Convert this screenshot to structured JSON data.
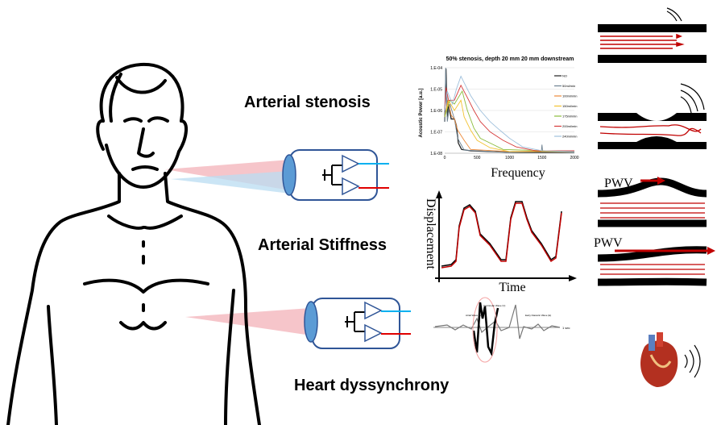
{
  "labels": {
    "stenosis": "Arterial stenosis",
    "stiffness": "Arterial Stiffness",
    "dyssynchrony": "Heart dyssynchrony"
  },
  "colors": {
    "signal_blue": "#00b0f0",
    "signal_red": "#e00000",
    "sensor_border": "#2f5597",
    "lens": "#5b9bd5",
    "beam_pink": "#f4b6bd",
    "beam_blue": "#b9dcf2",
    "flow_arrow": "#c00000"
  },
  "chart_data": {
    "type": "line",
    "title": "50% stenosis, depth 20 mm 20 mm downstream",
    "xlabel": "Frequency",
    "ylabel": "Acoustic Power [a.u.]",
    "xlim": [
      0,
      2000
    ],
    "ylim": [
      1e-08,
      0.0001
    ],
    "yscale": "log",
    "xticks": [
      "0",
      "500",
      "1000",
      "1500",
      "2000"
    ],
    "yticks": [
      "1.E-08",
      "1.E-07",
      "1.E-06",
      "1.E-05",
      "1.E-04"
    ],
    "grid": true,
    "legend_position": "right",
    "series": [
      {
        "name": "NO",
        "color": "#222222",
        "points": [
          [
            0,
            3e-07
          ],
          [
            20,
            9e-05
          ],
          [
            40,
            5e-07
          ],
          [
            60,
            2e-06
          ],
          [
            100,
            4e-07
          ],
          [
            150,
            4e-07
          ],
          [
            180,
            2e-07
          ],
          [
            210,
            3e-08
          ],
          [
            260,
            1.5e-08
          ],
          [
            400,
            1.3e-08
          ],
          [
            1000,
            1.1e-08
          ],
          [
            2000,
            1.1e-08
          ]
        ]
      },
      {
        "name": "50ml/min",
        "color": "#6d8190",
        "points": [
          [
            0,
            3e-07
          ],
          [
            15,
            0.0001
          ],
          [
            40,
            3e-07
          ],
          [
            80,
            2e-06
          ],
          [
            150,
            4e-07
          ],
          [
            200,
            5e-08
          ],
          [
            300,
            1.4e-08
          ],
          [
            1000,
            1.1e-08
          ],
          [
            1490,
            1.2e-08
          ],
          [
            1500,
            2.5e-08
          ],
          [
            1510,
            1.2e-08
          ],
          [
            2000,
            1.1e-08
          ]
        ]
      },
      {
        "name": "100ml/min",
        "color": "#ed8a3a",
        "points": [
          [
            0,
            5e-07
          ],
          [
            50,
            3e-06
          ],
          [
            100,
            6e-07
          ],
          [
            150,
            4e-07
          ],
          [
            200,
            1.2e-07
          ],
          [
            300,
            4e-08
          ],
          [
            400,
            1.5e-08
          ],
          [
            1000,
            1.2e-08
          ],
          [
            2000,
            1.3e-08
          ]
        ]
      },
      {
        "name": "150ml/min",
        "color": "#f2c230",
        "points": [
          [
            0,
            5e-07
          ],
          [
            60,
            3e-06
          ],
          [
            150,
            1e-06
          ],
          [
            250,
            3e-06
          ],
          [
            300,
            5e-07
          ],
          [
            400,
            1.2e-07
          ],
          [
            500,
            4e-08
          ],
          [
            700,
            1.8e-08
          ],
          [
            1000,
            1.2e-08
          ],
          [
            2000,
            1.2e-08
          ]
        ]
      },
      {
        "name": "175ml/min",
        "color": "#8cbc3c",
        "points": [
          [
            0,
            5e-07
          ],
          [
            80,
            3e-06
          ],
          [
            150,
            2e-06
          ],
          [
            270,
            8e-06
          ],
          [
            350,
            1e-06
          ],
          [
            450,
            1.5e-07
          ],
          [
            550,
            5e-08
          ],
          [
            700,
            3e-08
          ],
          [
            900,
            1.5e-08
          ],
          [
            2000,
            1.2e-08
          ]
        ]
      },
      {
        "name": "200ml/min",
        "color": "#d63a3a",
        "points": [
          [
            0,
            1e-06
          ],
          [
            20,
            1.2e-05
          ],
          [
            60,
            3e-06
          ],
          [
            150,
            3e-06
          ],
          [
            250,
            1.5e-05
          ],
          [
            350,
            4e-06
          ],
          [
            450,
            1e-06
          ],
          [
            550,
            3e-07
          ],
          [
            700,
            1e-07
          ],
          [
            900,
            4e-08
          ],
          [
            1100,
            2e-08
          ],
          [
            1400,
            1.3e-08
          ],
          [
            2000,
            1.3e-08
          ]
        ]
      },
      {
        "name": "240ml/min",
        "color": "#9fc0dc",
        "points": [
          [
            0,
            1e-06
          ],
          [
            40,
            8e-06
          ],
          [
            120,
            2e-06
          ],
          [
            180,
            1e-05
          ],
          [
            250,
            4e-05
          ],
          [
            320,
            1.5e-05
          ],
          [
            400,
            5e-06
          ],
          [
            550,
            1e-06
          ],
          [
            700,
            3e-07
          ],
          [
            850,
            1.2e-07
          ],
          [
            1000,
            5e-08
          ],
          [
            1200,
            2e-08
          ],
          [
            1500,
            1.3e-08
          ],
          [
            2000,
            1.2e-08
          ]
        ]
      }
    ]
  },
  "displacement_plot": {
    "xlabel": "Time",
    "ylabel": "Displacement"
  },
  "ecg_annotations": {
    "atrial": "Atrial Wave (A)",
    "ventricular": "Ventricular Wave (V)",
    "early": "Early Diastolic Wave (E)",
    "scale": "1 sec"
  },
  "pwv": {
    "label1": "PWV",
    "label2": "PWV"
  }
}
